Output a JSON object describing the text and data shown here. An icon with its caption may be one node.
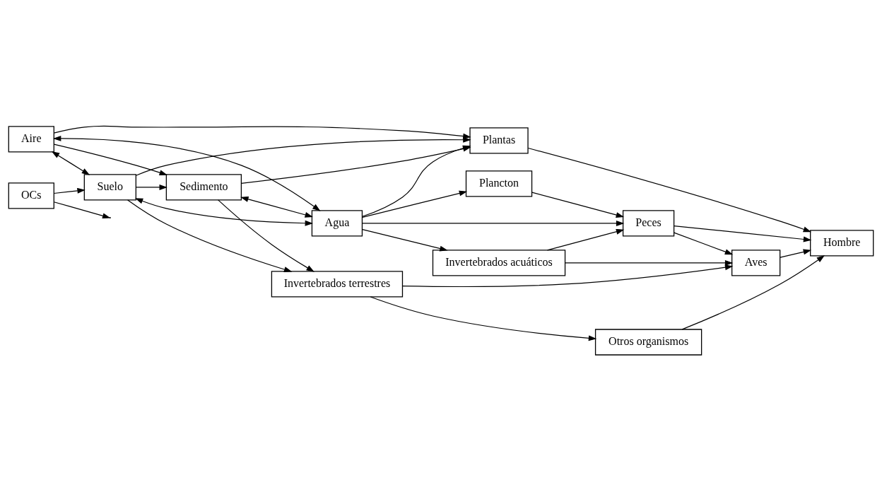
{
  "diagram": {
    "nodes": [
      {
        "text": [
          "OCs"
        ]
      },
      {
        "text": [
          "Plancton"
        ]
      },
      {
        "text": [
          "Invertebrados acuáticos"
        ]
      },
      {
        "text": [
          "Agua"
        ]
      },
      {
        "text": [
          "Aire"
        ]
      },
      {
        "text": [
          "Peces"
        ]
      },
      {
        "text": [
          "Aves"
        ]
      },
      {
        "text": [
          "Plantas"
        ]
      },
      {
        "text": [
          "Suelo"
        ]
      },
      {
        "text": [
          "Sedimento"
        ]
      },
      {
        "text": [
          "Invertebrados terrestres"
        ]
      },
      {
        "text": [
          "Otros organismos"
        ]
      },
      {
        "text": [
          "Hombre"
        ]
      }
    ],
    "edges": [
      {
        "from": 0,
        "to": 8,
        "arrow": "to"
      },
      {
        "from": 0,
        "to": null,
        "arrow": "to"
      },
      {
        "from": 3,
        "to": 1,
        "arrow": "to"
      },
      {
        "from": 3,
        "to": 2,
        "arrow": "to"
      },
      {
        "from": 1,
        "to": 5,
        "arrow": "to"
      },
      {
        "from": 2,
        "to": 5,
        "arrow": "to"
      },
      {
        "from": 2,
        "to": 6,
        "arrow": "to"
      },
      {
        "from": 4,
        "to": 3,
        "arrow": "both"
      },
      {
        "from": 3,
        "to": 5,
        "arrow": "to"
      },
      {
        "from": 3,
        "to": 7,
        "arrow": "to"
      },
      {
        "from": 4,
        "to": 7,
        "arrow": "to"
      },
      {
        "from": 4,
        "to": 8,
        "arrow": "both"
      },
      {
        "from": 4,
        "to": 9,
        "arrow": "to"
      },
      {
        "from": 8,
        "to": 3,
        "arrow": "both"
      },
      {
        "from": 9,
        "to": 3,
        "arrow": "both"
      },
      {
        "from": 5,
        "to": 6,
        "arrow": "to"
      },
      {
        "from": 5,
        "to": 12,
        "arrow": "to"
      },
      {
        "from": 7,
        "to": 12,
        "arrow": "to"
      },
      {
        "from": 6,
        "to": 12,
        "arrow": "to"
      },
      {
        "from": 8,
        "to": 7,
        "arrow": "to"
      },
      {
        "from": 9,
        "to": 7,
        "arrow": "to"
      },
      {
        "from": 8,
        "to": 9,
        "arrow": "to"
      },
      {
        "from": 8,
        "to": 10,
        "arrow": "to"
      },
      {
        "from": 9,
        "to": 10,
        "arrow": "to"
      },
      {
        "from": 10,
        "to": 6,
        "arrow": "to"
      },
      {
        "from": 10,
        "to": 11,
        "arrow": "to"
      },
      {
        "from": 11,
        "to": 12,
        "arrow": "to"
      }
    ]
  }
}
